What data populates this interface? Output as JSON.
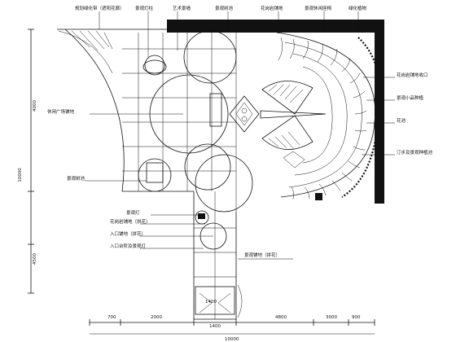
{
  "drawing": {
    "callouts_top": [
      "规划绿化带（遮阳花廊）",
      "景观灯柱",
      "艺术景墙",
      "景观树池",
      "花岗岩铺地",
      "景观休闲座椅",
      "绿化植物"
    ],
    "callouts_right": [
      "花岗岩铺地收口",
      "景观小品种植",
      "花池",
      "汀步及景观种植池"
    ],
    "callouts_left": [
      "休闲广场铺地",
      "景观树池"
    ],
    "callouts_bottom": [
      "景观灯",
      "花岗岩铺地（拼花）",
      "入口铺地（拼花）",
      "入口台阶及景观灯",
      "景观铺地（拼花）"
    ],
    "dims_left": [
      "10000",
      "4000",
      "4500"
    ],
    "dims_bottom": [
      "700",
      "2000",
      "1400",
      "4800",
      "3000",
      "900"
    ],
    "dim_total": "10000",
    "dim_lower_mid": "1400"
  }
}
